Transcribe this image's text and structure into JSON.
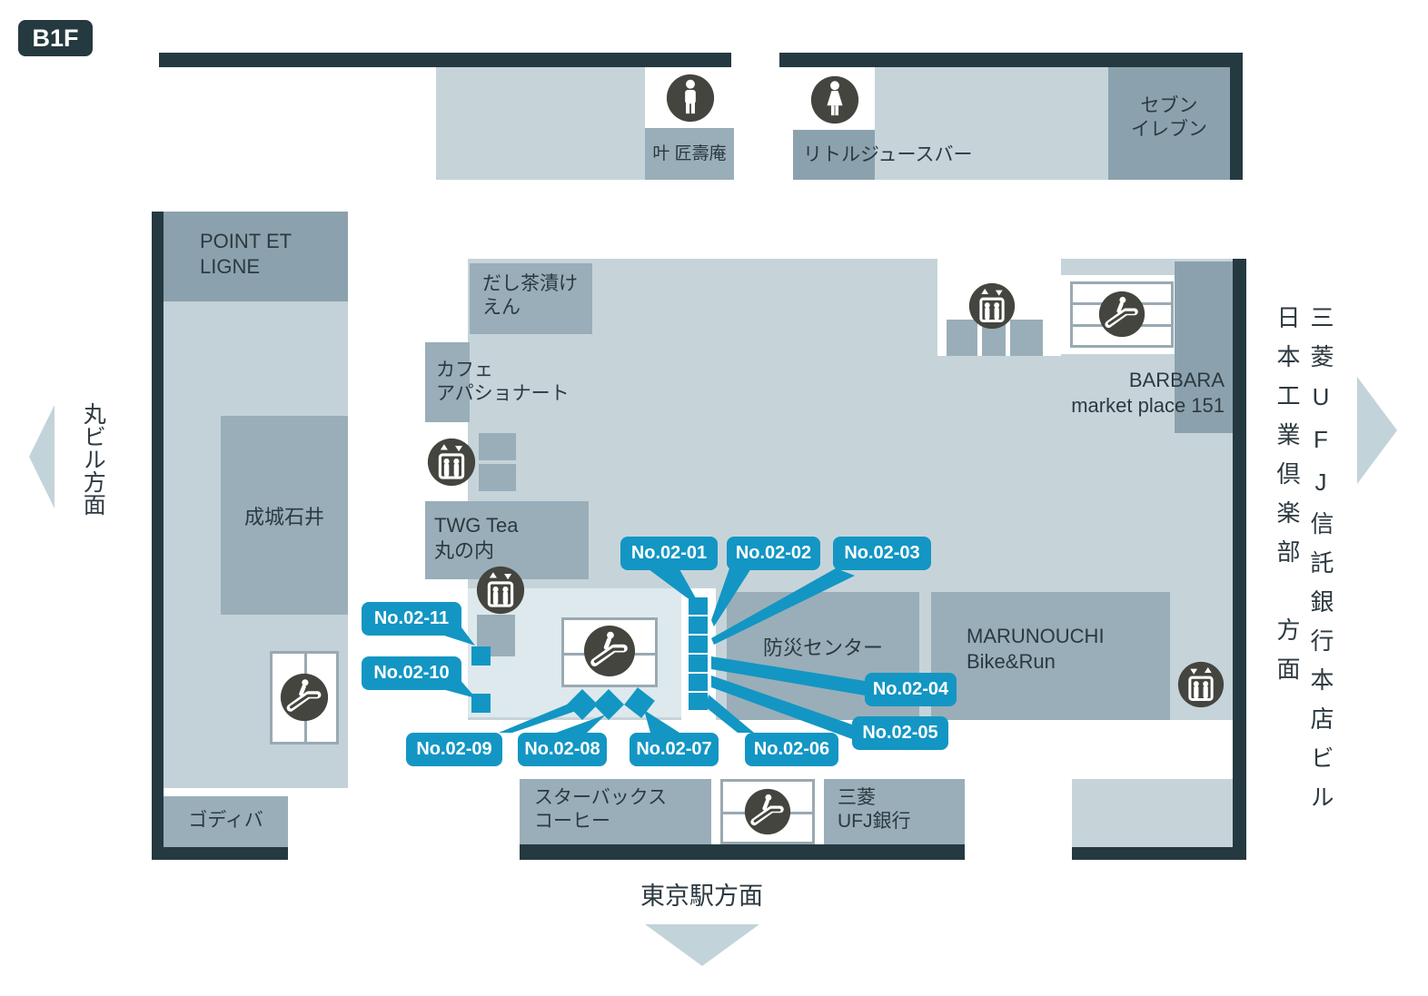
{
  "floor_badge": "B1F",
  "palette": {
    "dark": "#253941",
    "icon_dark": "#45453f",
    "floor": "#c6d4da",
    "floor_pale": "#dde9ed",
    "left_floor": "#c3d2d8",
    "block_dark": "#8ba2ae",
    "block_mid": "#99aeb9",
    "blue": "#1396c3",
    "arrow": "#c3d3da",
    "border": "#9aa9b2",
    "ink": "#2c3940"
  },
  "stores": {
    "kano": "叶 匠壽庵",
    "little_juice": "リトルジュースバー",
    "seven_l1": "セブン",
    "seven_l2": "イレブン",
    "point_l1": "POINT ET",
    "point_l2": "LIGNE",
    "dashi_l1": "だし茶漬け",
    "dashi_l2": "えん",
    "cafe_l1": "カフェ",
    "cafe_l2": "アパショナート",
    "twg_l1": "TWG Tea",
    "twg_l2": "丸の内",
    "seijo": "成城石井",
    "godiva": "ゴディバ",
    "barbara_l1": "BARBARA",
    "barbara_l2": "market place 151",
    "bosai": "防災センター",
    "maru_l1": "MARUNOUCHI",
    "maru_l2": "Bike&Run",
    "starbucks_l1": "スターバックス",
    "starbucks_l2": "コーヒー",
    "ufj_l1": "三菱",
    "ufj_l2": "UFJ銀行"
  },
  "directions": {
    "left": "丸ビル方面",
    "right_l1": "三菱UFJ信託銀行本店ビル",
    "right_l2": "日本工業倶楽部　方面",
    "bottom": "東京駅方面"
  },
  "lockers": [
    "No.02-01",
    "No.02-02",
    "No.02-03",
    "No.02-04",
    "No.02-05",
    "No.02-06",
    "No.02-07",
    "No.02-08",
    "No.02-09",
    "No.02-10",
    "No.02-11"
  ]
}
